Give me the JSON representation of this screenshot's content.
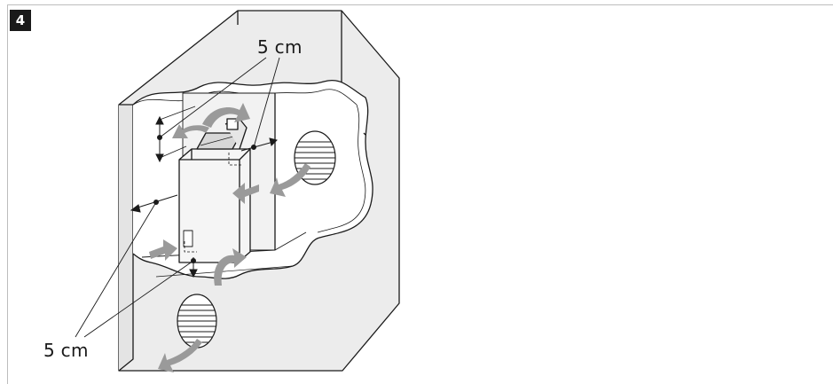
{
  "figure": {
    "step_number": "4",
    "clearance_label_top": "5 cm",
    "clearance_label_bottom": "5 cm"
  },
  "icons": {
    "airflow_arrow_color": "#9a9a9a",
    "line_color": "#1a1a1a",
    "enclosure_fill": "#ececec",
    "device_fill": "#f5f5f5"
  }
}
